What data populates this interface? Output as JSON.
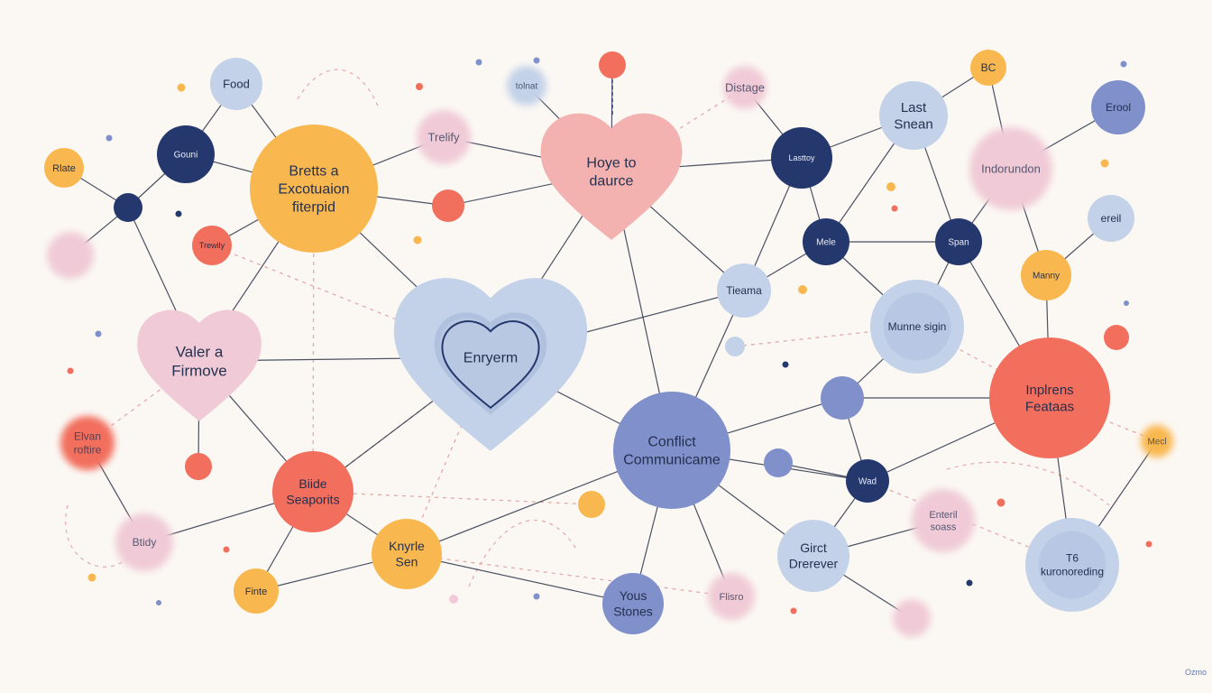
{
  "colors": {
    "background": "#fbf8f4",
    "navy": "#25386e",
    "periwinkle": "#7f90cb",
    "light_blue": "#c3d2e8",
    "pink": "#f3b2b0",
    "light_pink": "#f0cbd7",
    "orange": "#f9b84f",
    "coral": "#f26e5d",
    "line": "#2b3448",
    "dashed": "#e3a9a9"
  },
  "nodes": [
    {
      "id": "food",
      "label": "Food",
      "shape": "circle",
      "color": "light_blue"
    },
    {
      "id": "gouni",
      "label": "Gouni",
      "shape": "circle",
      "color": "navy"
    },
    {
      "id": "rlate",
      "label": "Rlate",
      "shape": "circle",
      "color": "orange"
    },
    {
      "id": "small-navy-left",
      "label": "",
      "shape": "circle",
      "color": "navy"
    },
    {
      "id": "pink-blur-left",
      "label": "",
      "shape": "circle",
      "color": "light_pink"
    },
    {
      "id": "bretts",
      "label": "Bretts a\nExcotuaion\nfiterpid",
      "shape": "circle",
      "color": "orange"
    },
    {
      "id": "trewily",
      "label": "Trewily",
      "shape": "circle",
      "color": "coral"
    },
    {
      "id": "tolnat",
      "label": "tolnat",
      "shape": "circle",
      "color": "light_blue"
    },
    {
      "id": "trelify",
      "label": "Trelify",
      "shape": "circle",
      "color": "light_pink"
    },
    {
      "id": "red-top",
      "label": "",
      "shape": "circle",
      "color": "coral"
    },
    {
      "id": "red-mid",
      "label": "",
      "shape": "circle",
      "color": "coral"
    },
    {
      "id": "hoye",
      "label": "Hoye to\ndaurce",
      "shape": "heart",
      "color": "pink"
    },
    {
      "id": "distage",
      "label": "Distage",
      "shape": "circle",
      "color": "light_pink"
    },
    {
      "id": "lasttoy",
      "label": "Lasttoy",
      "shape": "circle",
      "color": "navy"
    },
    {
      "id": "bc",
      "label": "BC",
      "shape": "circle",
      "color": "orange"
    },
    {
      "id": "last-snean",
      "label": "Last\nSnean",
      "shape": "circle",
      "color": "light_blue"
    },
    {
      "id": "erool",
      "label": "Erool",
      "shape": "circle",
      "color": "periwinkle"
    },
    {
      "id": "indorundon",
      "label": "Indorundon",
      "shape": "circle",
      "color": "light_pink"
    },
    {
      "id": "ereil",
      "label": "ereil",
      "shape": "circle",
      "color": "light_blue"
    },
    {
      "id": "mele",
      "label": "Mele",
      "shape": "circle",
      "color": "navy"
    },
    {
      "id": "span",
      "label": "Span",
      "shape": "circle",
      "color": "navy"
    },
    {
      "id": "tieama",
      "label": "Tieama",
      "shape": "circle",
      "color": "light_blue"
    },
    {
      "id": "manny",
      "label": "Manny",
      "shape": "circle",
      "color": "orange"
    },
    {
      "id": "munne",
      "label": "Munne sigin",
      "shape": "ring",
      "color": "light_blue"
    },
    {
      "id": "red-right",
      "label": "",
      "shape": "circle",
      "color": "coral"
    },
    {
      "id": "valer",
      "label": "Valer a\nFirmove",
      "shape": "heart",
      "color": "light_pink"
    },
    {
      "id": "enryerm",
      "label": "Enryerm",
      "shape": "heart",
      "color": "light_blue"
    },
    {
      "id": "light-blue-small",
      "label": "",
      "shape": "circle",
      "color": "light_blue"
    },
    {
      "id": "inplrens",
      "label": "Inplrens\nFeataas",
      "shape": "circle",
      "color": "coral"
    },
    {
      "id": "conflict",
      "label": "Conflict\nCommunicame",
      "shape": "circle",
      "color": "periwinkle"
    },
    {
      "id": "peri-mid",
      "label": "",
      "shape": "circle",
      "color": "periwinkle"
    },
    {
      "id": "peri-small",
      "label": "",
      "shape": "circle",
      "color": "periwinkle"
    },
    {
      "id": "wad",
      "label": "Wad",
      "shape": "circle",
      "color": "navy"
    },
    {
      "id": "mecl",
      "label": "Mecl",
      "shape": "circle",
      "color": "orange"
    },
    {
      "id": "elvan",
      "label": "Elvan\nroftire",
      "shape": "circle",
      "color": "coral"
    },
    {
      "id": "red-low-left",
      "label": "",
      "shape": "circle",
      "color": "coral"
    },
    {
      "id": "btidy",
      "label": "Btidy",
      "shape": "circle",
      "color": "light_pink"
    },
    {
      "id": "biide",
      "label": "Biide\nSeaporits",
      "shape": "circle",
      "color": "coral"
    },
    {
      "id": "orange-small",
      "label": "",
      "shape": "circle",
      "color": "orange"
    },
    {
      "id": "knyrle",
      "label": "Knyrle\nSen",
      "shape": "circle",
      "color": "orange"
    },
    {
      "id": "finte",
      "label": "Finte",
      "shape": "circle",
      "color": "orange"
    },
    {
      "id": "yous",
      "label": "Yous\nStones",
      "shape": "circle",
      "color": "periwinkle"
    },
    {
      "id": "flisro",
      "label": "Flisro",
      "shape": "circle",
      "color": "light_pink"
    },
    {
      "id": "girct",
      "label": "Girct\nDrerever",
      "shape": "circle",
      "color": "light_blue"
    },
    {
      "id": "enteril",
      "label": "Enteril\nsoass",
      "shape": "circle",
      "color": "light_pink"
    },
    {
      "id": "pink-bottom",
      "label": "",
      "shape": "circle",
      "color": "light_pink"
    },
    {
      "id": "kuronoreding",
      "label": "T6\nkuronoreding",
      "shape": "ring",
      "color": "light_blue"
    }
  ],
  "corner_text": "Ozmo"
}
